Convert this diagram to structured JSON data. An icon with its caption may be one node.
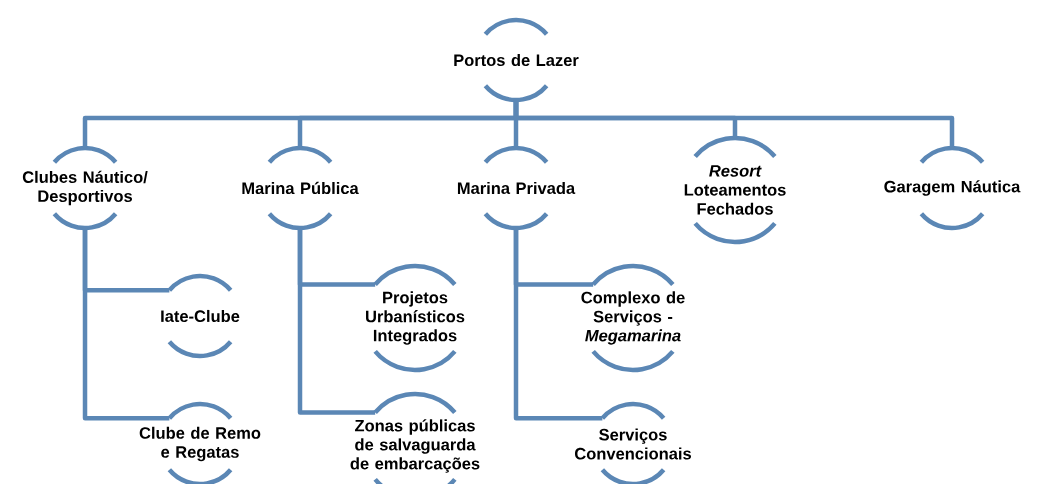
{
  "diagram": {
    "nodes": [
      {
        "text": [
          "Portos de Lazer"
        ]
      },
      {
        "text": [
          "Clubes Náutico/ Desportivos"
        ]
      },
      {
        "text": [
          "Marina Pública"
        ]
      },
      {
        "text": [
          "Marina Privada"
        ]
      },
      {
        "text": [
          "*Resort* Loteamentos Fechados"
        ]
      },
      {
        "text": [
          "Garagem Náutica"
        ]
      },
      {
        "text": [
          "Iate-Clube"
        ]
      },
      {
        "text": [
          "Clube de Remo e Regatas"
        ]
      },
      {
        "text": [
          "Projetos Urbanísticos Integrados"
        ]
      },
      {
        "text": [
          "Zonas públicas de salvaguarda de embarcações"
        ]
      },
      {
        "text": [
          "Complexo de Serviços - *Megamarina*"
        ]
      },
      {
        "text": [
          "Serviços Convencionais"
        ]
      }
    ],
    "edges": [
      {
        "from": 0,
        "to": 1,
        "arrow": "none"
      },
      {
        "from": 0,
        "to": 2,
        "arrow": "none"
      },
      {
        "from": 0,
        "to": 3,
        "arrow": "none"
      },
      {
        "from": 0,
        "to": 4,
        "arrow": "none"
      },
      {
        "from": 0,
        "to": 5,
        "arrow": "none"
      },
      {
        "from": 1,
        "to": 6,
        "arrow": "none"
      },
      {
        "from": 1,
        "to": 7,
        "arrow": "none"
      },
      {
        "from": 2,
        "to": 8,
        "arrow": "none"
      },
      {
        "from": 2,
        "to": 9,
        "arrow": "none"
      },
      {
        "from": 3,
        "to": 10,
        "arrow": "none"
      },
      {
        "from": 3,
        "to": 11,
        "arrow": "none"
      }
    ]
  }
}
